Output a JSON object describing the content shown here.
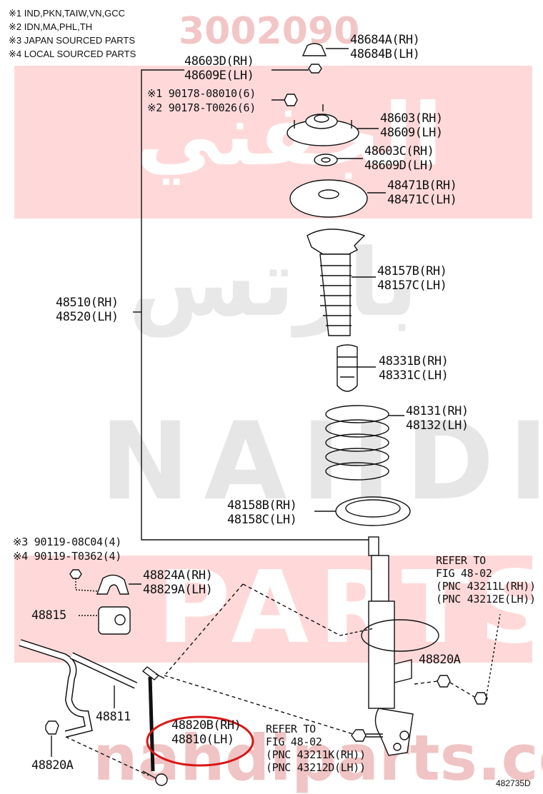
{
  "watermark": {
    "top_number": "3002090",
    "arabic_1": "الجفني",
    "arabic_2": "بارتس",
    "latin_1": "NAHDI",
    "latin_2": "PARTS",
    "site": "nahdiparts.com"
  },
  "notes": [
    "※1  IND,PKN,TAIW,VN,GCC",
    "※2  IDN,MA,PHL,TH",
    "※3  JAPAN SOURCED PARTS",
    "※4  LOCAL SOURCED PARTS"
  ],
  "labels": {
    "p48684": [
      "48684A(RH)",
      "48684B(LH)"
    ],
    "p48603d": [
      "48603D(RH)",
      "48609E(LH)"
    ],
    "bolt1": [
      "※1 90178-08010(6)",
      "※2 90178-T0026(6)"
    ],
    "p48603": [
      "48603(RH)",
      "48609(LH)"
    ],
    "p48603c": [
      "48603C(RH)",
      "48609D(LH)"
    ],
    "p48471": [
      "48471B(RH)",
      "48471C(LH)"
    ],
    "p48157": [
      "48157B(RH)",
      "48157C(LH)"
    ],
    "p48510": [
      "48510(RH)",
      "48520(LH)"
    ],
    "p48331": [
      "48331B(RH)",
      "48331C(LH)"
    ],
    "p48131": [
      "48131(RH)",
      "48132(LH)"
    ],
    "p48158": [
      "48158B(RH)",
      "48158C(LH)"
    ],
    "bolt2": [
      "※3 90119-08C04(4)",
      "※4 90119-T0362(4)"
    ],
    "p48824": [
      "48824A(RH)",
      "48829A(LH)"
    ],
    "p48815": "48815",
    "p48811": "48811",
    "p48820a_left": "48820A",
    "p48820a_right": "48820A",
    "p48820b": [
      "48820B(RH)",
      "48810(LH)"
    ],
    "refer1": [
      "REFER TO",
      "FIG 48-02",
      "(PNC 43211L(RH))",
      "(PNC 43212E(LH))"
    ],
    "refer2": [
      "REFER TO",
      "FIG 48-02",
      "(PNC 43211K(RH))",
      "(PNC 43212D(LH))"
    ],
    "figure_id": "482735D"
  },
  "colors": {
    "line": "#111111",
    "highlight": "#d81818",
    "watermark": "#f2c6c6",
    "watermark_band": "#ffd9d9"
  }
}
